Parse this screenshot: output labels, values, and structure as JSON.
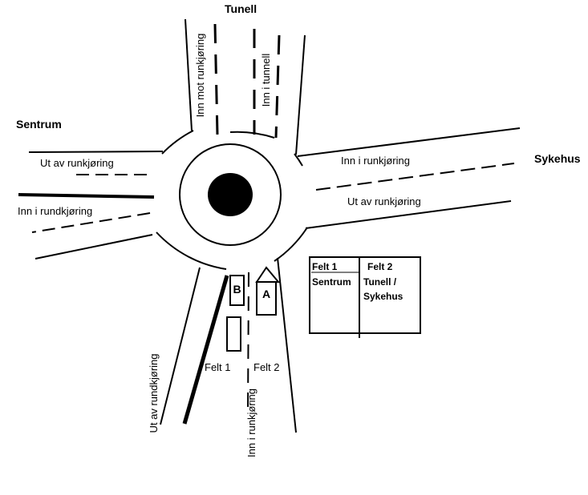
{
  "places": {
    "north": "Tunell",
    "west": "Sentrum",
    "east": "Sykehus"
  },
  "north_road": {
    "in_label": "Inn mot runkjøring",
    "out_label": "Inn i tunnell"
  },
  "west_road": {
    "out_label": "Ut av runkjøring",
    "in_label": "Inn i rundkjøring"
  },
  "east_road": {
    "in_label": "Inn i runkjøring",
    "out_label": "Ut av runkjøring"
  },
  "south_road": {
    "out_label": "Ut av rundkjøring",
    "in_label": "Inn i runkjøring",
    "lane1": "Felt 1",
    "lane2": "Felt 2"
  },
  "vehicles": {
    "a": "A",
    "b": "B"
  },
  "lane_table": {
    "col1_header": "Felt 1",
    "col2_header": "Felt 2",
    "col1_value": "Sentrum",
    "col2_value_line1": "Tunell /",
    "col2_value_line2": "Sykehus"
  }
}
